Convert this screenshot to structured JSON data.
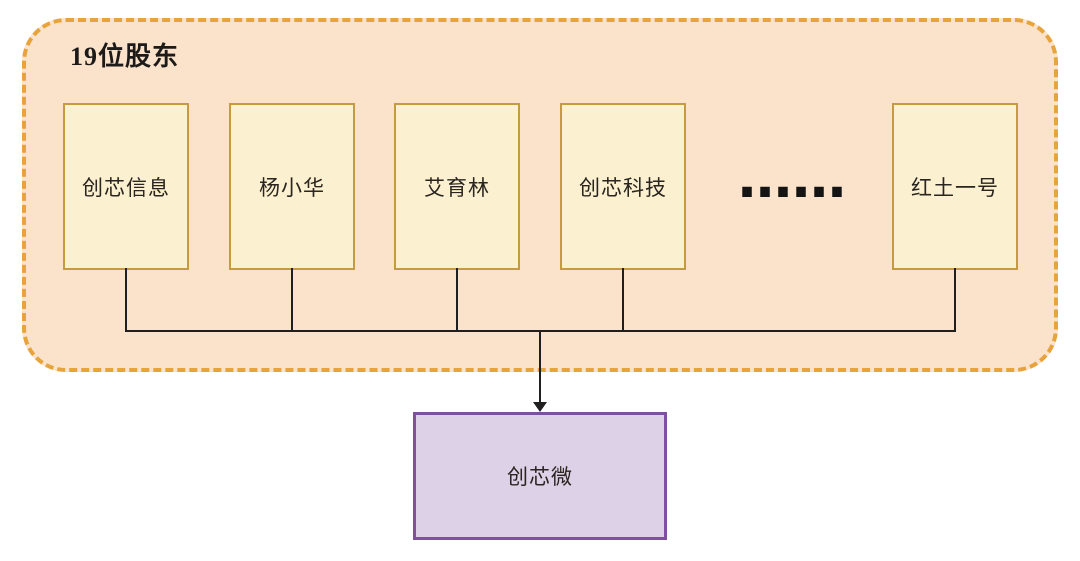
{
  "diagram": {
    "group": {
      "label": "19位股东",
      "shareholders": [
        {
          "label": "创芯信息"
        },
        {
          "label": "杨小华"
        },
        {
          "label": "艾育林"
        },
        {
          "label": "创芯科技"
        },
        {
          "label": "红土一号"
        }
      ],
      "ellipsis": "……"
    },
    "target": {
      "label": "创芯微"
    },
    "colors": {
      "group_fill": "#fbe2cb",
      "group_border_dashed": "#e8a33b",
      "shareholder_box_fill": "#fbf0cf",
      "shareholder_box_border": "#c49b3e",
      "target_box_fill": "#ddd1e7",
      "target_box_border": "#7e509f",
      "connector_line": "#1f1f1f",
      "text": "#2a2520",
      "page_background": "#ffffff"
    }
  }
}
